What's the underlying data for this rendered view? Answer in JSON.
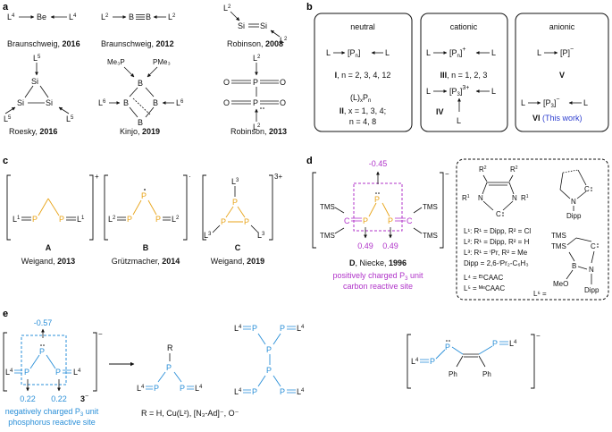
{
  "panels": {
    "a": {
      "label": "a",
      "structures": [
        {
          "formula": "L4 → Be ← L4",
          "citation": "Braunschweig, ",
          "year": "2016"
        },
        {
          "formula": "L2 → B≡B ← L2",
          "citation": "Braunschweig, ",
          "year": "2012"
        },
        {
          "formula": "L2 → Si=Si ← L2",
          "citation": "Robinson, ",
          "year": "2008"
        },
        {
          "formula": "Si3 ring with L5",
          "citation": "Roesky, ",
          "year": "2016"
        },
        {
          "formula": "B4 ring with PMe3 and L6",
          "citation": "Kinjo, ",
          "year": "2019"
        },
        {
          "formula": "O2P–PO2 with L2",
          "citation": "Robinson, ",
          "year": "2013"
        }
      ],
      "me3p": "Me₃P",
      "pme3": "PMe₃"
    },
    "b": {
      "label": "b",
      "neutral": {
        "heading": "neutral",
        "item1": "L → [Pn] ← L",
        "desc1": "I, n = 2, 3, 4, 12",
        "item2": "(L)xPn",
        "desc2a": "II, x = 1, 3, 4;",
        "desc2b": "n = 4, 8"
      },
      "cationic": {
        "heading": "cationic",
        "item1": "L → [Pn]+ ← L",
        "desc1": "III, n = 1, 2, 3",
        "item2": "L → [P3]3+ ← L",
        "desc2": "IV"
      },
      "anionic": {
        "heading": "anionic",
        "item1": "L → [P]− ",
        "desc1": "V",
        "item2": "L → [P3]− ← L",
        "desc2": "VI",
        "this_work": "(This work)"
      }
    },
    "c": {
      "label": "c",
      "compounds": [
        {
          "name": "A",
          "citation": "Weigand, ",
          "year": "2013",
          "charge": "+"
        },
        {
          "name": "B",
          "citation": "Grützmacher, ",
          "year": "2014",
          "charge": "·"
        },
        {
          "name": "C",
          "citation": "Weigand, ",
          "year": "2019",
          "charge": "3+"
        }
      ]
    },
    "d": {
      "label": "d",
      "compound": "D",
      "citation": ", Niecke, ",
      "year": "1996",
      "charges": {
        "top": "-0.45",
        "left": "0.49",
        "right": "0.49"
      },
      "caption1": "positively charged P",
      "caption1_sub": "3",
      "caption1_end": " unit",
      "caption2": "carbon reactive site",
      "tms": "TMS",
      "legend": {
        "l1": "L¹: R¹ = Dipp, R² = Cl",
        "l2": "L²: R¹ = Dipp, R² = H",
        "l3": "L³: R¹ = ⁱPr, R² = Me",
        "dipp": "Dipp = 2,6-ⁱPr₂-C₆H₃",
        "l4": "L⁴ = ᴱᵗCAAC",
        "l5": "L⁵ = ᴹᵉCAAC",
        "l6": "L⁶ =",
        "dipp_label": "Dipp",
        "meo": "MeO",
        "tms": "TMS"
      }
    },
    "e": {
      "label": "e",
      "compound": "3",
      "charge": "−",
      "charges": {
        "top": "-0.57",
        "left": "0.22",
        "right": "0.22"
      },
      "caption1": "negatively charged P",
      "caption1_sub": "3",
      "caption1_end": " unit",
      "caption2": "phosphorus reactive site",
      "r_def": "R = H, Cu(L²), [N₃-Ad]⁻, O⁻",
      "ph": "Ph"
    }
  },
  "colors": {
    "phosphorus": "#E8A317",
    "purple": "#B033C9",
    "blue": "#2A8FD8",
    "this_work": "#2E3FD0"
  }
}
